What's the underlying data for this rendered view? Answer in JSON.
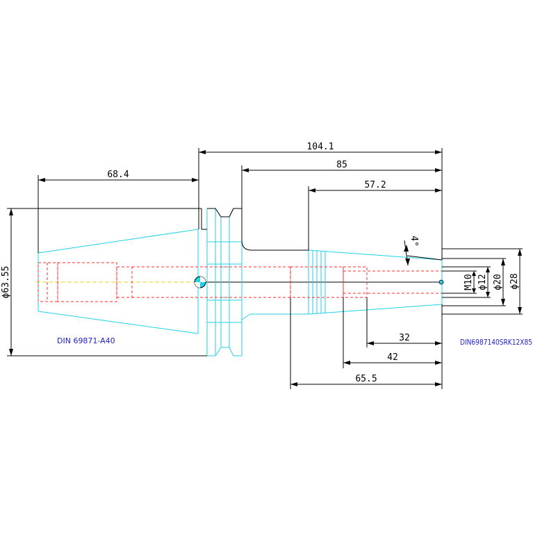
{
  "drawing": {
    "dimensions": {
      "overall_length": "104.1",
      "body_length": "85",
      "collet_length": "57.2",
      "taper_length": "68.4",
      "flange_diameter": "ϕ63.55",
      "thread_m10": "M10",
      "bore_12": "ϕ12",
      "diameter_20": "ϕ20",
      "diameter_28": "ϕ28",
      "depth_32": "32",
      "depth_42": "42",
      "depth_65_5": "65.5",
      "angle": "4°"
    },
    "notes": {
      "left_standard": "DIN 69871-A40",
      "right_standard": "DIN6987140SRK12X85"
    },
    "colors": {
      "outline": "#1fd2e6",
      "hidden": "#ff2a2a",
      "dimension": "#000000",
      "centerline": "#e6d21c",
      "notes": "#2020c8"
    }
  }
}
